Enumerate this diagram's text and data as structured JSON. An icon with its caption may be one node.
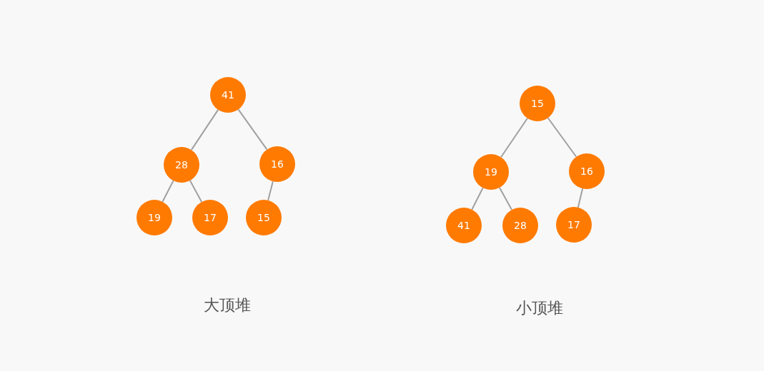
{
  "diagram": {
    "nodes": [
      {
        "text": [
          "41"
        ]
      },
      {
        "text": [
          "28"
        ]
      },
      {
        "text": [
          "16"
        ]
      },
      {
        "text": [
          "19"
        ]
      },
      {
        "text": [
          "17"
        ]
      },
      {
        "text": [
          "15"
        ]
      },
      {
        "text": [
          "15"
        ]
      },
      {
        "text": [
          "19"
        ]
      },
      {
        "text": [
          "16"
        ]
      },
      {
        "text": [
          "41"
        ]
      },
      {
        "text": [
          "28"
        ]
      },
      {
        "text": [
          "17"
        ]
      }
    ],
    "edges": [
      {
        "from": 0,
        "to": 1,
        "arrow": "none"
      },
      {
        "from": 0,
        "to": 2,
        "arrow": "none"
      },
      {
        "from": 1,
        "to": 3,
        "arrow": "none"
      },
      {
        "from": 1,
        "to": 4,
        "arrow": "none"
      },
      {
        "from": 2,
        "to": 5,
        "arrow": "none"
      },
      {
        "from": 6,
        "to": 7,
        "arrow": "none"
      },
      {
        "from": 6,
        "to": 8,
        "arrow": "none"
      },
      {
        "from": 7,
        "to": 9,
        "arrow": "none"
      },
      {
        "from": 7,
        "to": 10,
        "arrow": "none"
      },
      {
        "from": 8,
        "to": 11,
        "arrow": "none"
      }
    ],
    "labels": [
      "大顶堆",
      "小顶堆"
    ]
  }
}
